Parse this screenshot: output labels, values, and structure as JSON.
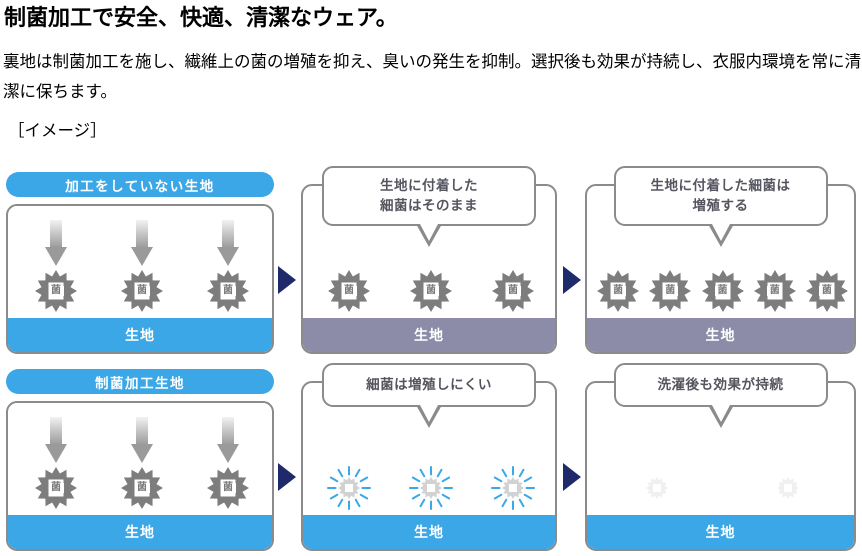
{
  "headline": "制菌加工で安全、快適、清潔なウェア。",
  "body_copy": "裏地は制菌加工を施し、繊維上の菌の増殖を抑え、臭いの発生を抑制。選択後も効果が持続し、衣服内環境を常に清潔に保ちます。",
  "image_note": "［イメージ］",
  "germ_glyph": "菌",
  "base_label": "生地",
  "colors": {
    "accent_blue": "#3ba7e6",
    "base_purple": "#8c8ca8",
    "panel_border": "#8b8b8b",
    "step_arrow": "#1f2a6b",
    "bubble_text": "#555560",
    "germ_gray": "#7d7d7d",
    "germ_pale": "#d2d2d2",
    "germ_faint": "#f0f0f0",
    "ray_blue": "#3ba7e6"
  },
  "rows": [
    {
      "id": "untreated",
      "pill_label": "加工をしていない生地",
      "panels": [
        {
          "id": "untreated-step-1",
          "has_pill": true,
          "bubble": null,
          "base_label": "生地",
          "base_color": "blue",
          "drop_arrows": 3,
          "germ_count": 3,
          "germ_style": "solid",
          "germ_label": "菌"
        },
        {
          "id": "untreated-step-2",
          "has_pill": false,
          "bubble": "生地に付着した\n細菌はそのまま",
          "base_label": "生地",
          "base_color": "purple",
          "drop_arrows": 0,
          "germ_count": 3,
          "germ_style": "solid",
          "germ_label": "菌"
        },
        {
          "id": "untreated-step-3",
          "has_pill": false,
          "bubble": "生地に付着した細菌は\n増殖する",
          "base_label": "生地",
          "base_color": "purple",
          "drop_arrows": 0,
          "germ_count": 5,
          "germ_style": "solid",
          "germ_label": "菌"
        }
      ]
    },
    {
      "id": "treated",
      "pill_label": "制菌加工生地",
      "panels": [
        {
          "id": "treated-step-1",
          "has_pill": true,
          "bubble": null,
          "base_label": "生地",
          "base_color": "blue",
          "drop_arrows": 3,
          "germ_count": 3,
          "germ_style": "solid",
          "germ_label": "菌"
        },
        {
          "id": "treated-step-2",
          "has_pill": false,
          "bubble": "細菌は増殖しにくい",
          "base_label": "生地",
          "base_color": "blue",
          "drop_arrows": 0,
          "germ_count": 3,
          "germ_style": "rayed",
          "germ_label": ""
        },
        {
          "id": "treated-step-3",
          "has_pill": false,
          "bubble": "洗濯後も効果が持続",
          "base_label": "生地",
          "base_color": "blue",
          "drop_arrows": 0,
          "germ_count": 2,
          "germ_style": "faint",
          "germ_label": ""
        }
      ]
    }
  ]
}
